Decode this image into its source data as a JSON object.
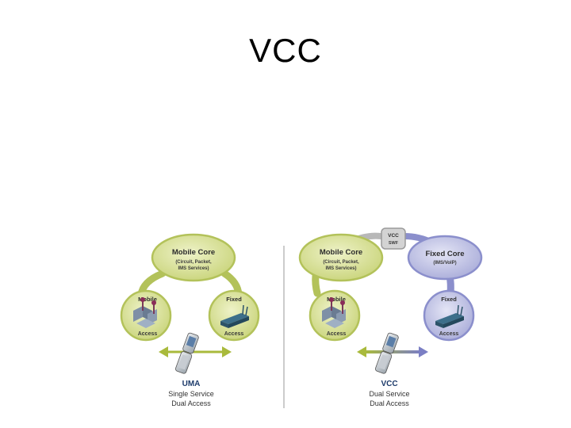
{
  "slide": {
    "title": "VCC"
  },
  "uma": {
    "mobile_core": {
      "title": "Mobile Core",
      "sub1": "(Circuit, Packet,",
      "sub2": "IMS Services)"
    },
    "mobile_access": {
      "top": "Mobile",
      "bottom": "Access"
    },
    "fixed_access": {
      "top": "Fixed",
      "bottom": "Access"
    },
    "caption": {
      "title": "UMA",
      "line1": "Single Service",
      "line2": "Dual Access"
    }
  },
  "vcc": {
    "server": {
      "line1": "VCC",
      "line2": "SWF"
    },
    "mobile_core": {
      "title": "Mobile Core",
      "sub1": "(Circuit, Packet,",
      "sub2": "IMS Services)"
    },
    "fixed_core": {
      "title": "Fixed Core",
      "sub1": "(IMS/VoIP)"
    },
    "mobile_access": {
      "top": "Mobile",
      "bottom": "Access"
    },
    "fixed_access": {
      "top": "Fixed",
      "bottom": "Access"
    },
    "caption": {
      "title": "VCC",
      "line1": "Dual Service",
      "line2": "Dual Access"
    }
  },
  "colors": {
    "green_fill": "#dfe6a8",
    "green_ring": "#b3c25a",
    "blue_fill": "#c9cbe8",
    "blue_ring": "#8b8fcc",
    "arrow_green": "#a9ba3c",
    "arrow_blue": "#7b7fc4"
  },
  "icons": [
    "cell-tower-icon",
    "wireless-router-icon",
    "flip-phone-icon",
    "server-icon"
  ]
}
